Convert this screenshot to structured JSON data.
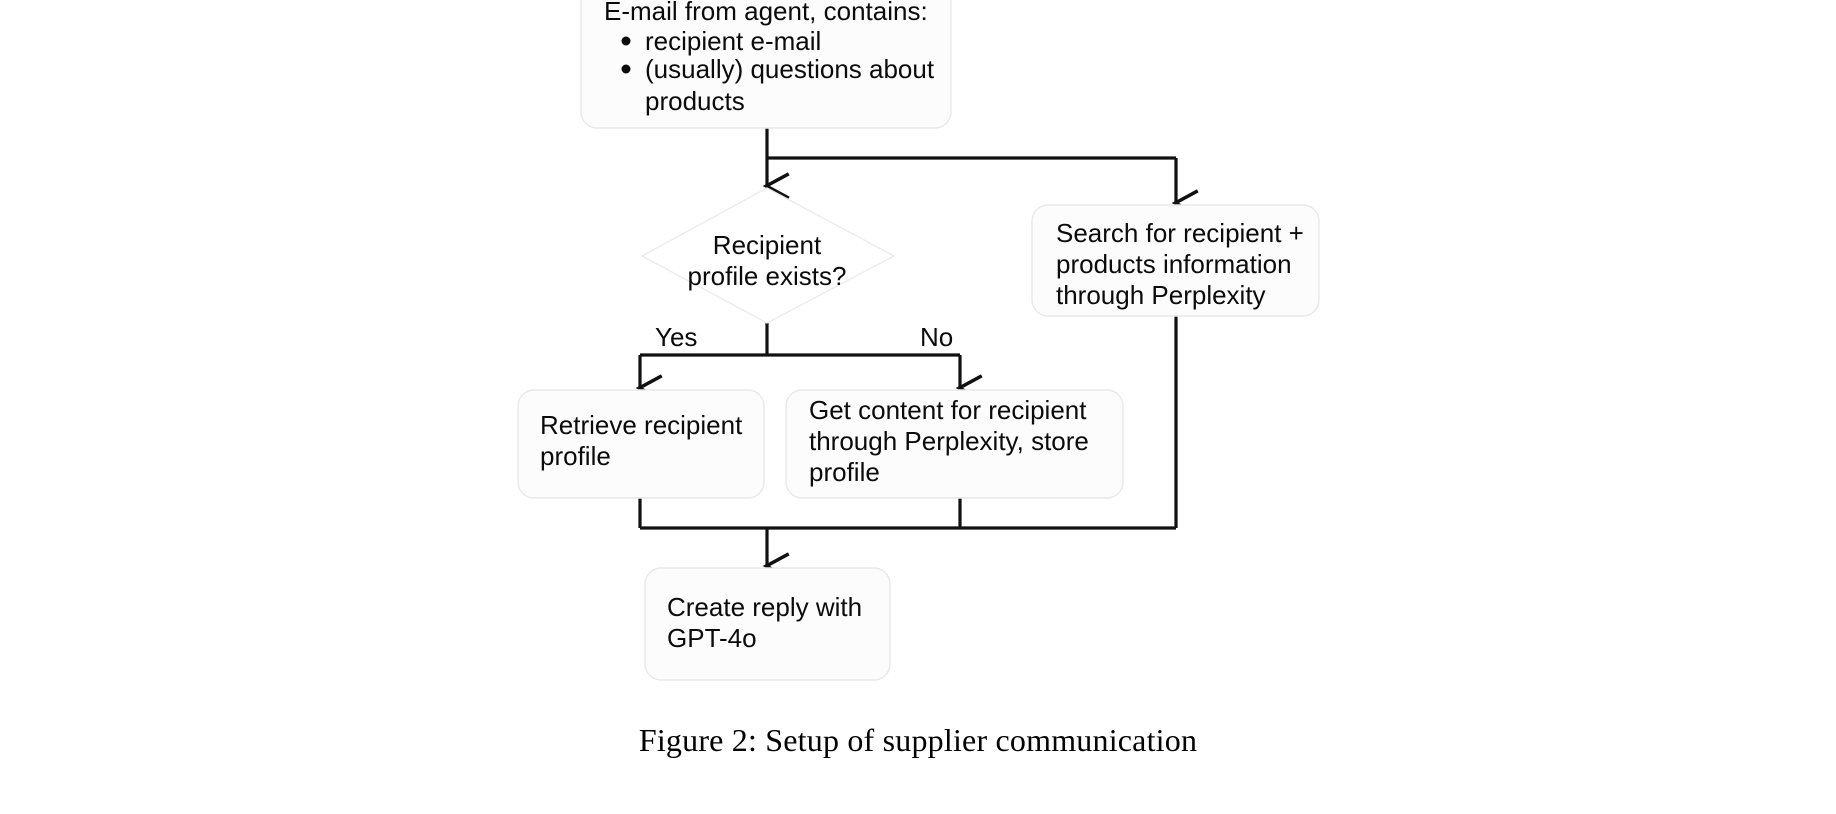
{
  "figure": {
    "caption": "Figure 2: Setup of supplier communication",
    "background_color": "#ffffff",
    "line_color": "#111111",
    "box_fill_color": "#fcfcfc",
    "box_border_color": "#e8e8e8"
  },
  "nodes": {
    "email_input": {
      "shape": "rounded-rectangle",
      "heading": "E-mail from agent, contains:",
      "bullets": [
        "recipient e-mail",
        "(usually) questions about",
        "products"
      ]
    },
    "decision": {
      "shape": "diamond",
      "line1": "Recipient",
      "line2": "profile exists?"
    },
    "search_perplexity": {
      "shape": "rounded-rectangle",
      "line1": "Search for recipient +",
      "line2": "products information",
      "line3": "through Perplexity"
    },
    "retrieve_profile": {
      "shape": "rounded-rectangle",
      "line1": "Retrieve recipient",
      "line2": "profile"
    },
    "get_content": {
      "shape": "rounded-rectangle",
      "line1": "Get content for recipient",
      "line2": "through Perplexity, store",
      "line3": "profile"
    },
    "create_reply": {
      "shape": "rounded-rectangle",
      "line1": "Create reply with",
      "line2": "GPT-4o"
    }
  },
  "edges": {
    "yes_label": "Yes",
    "no_label": "No"
  }
}
